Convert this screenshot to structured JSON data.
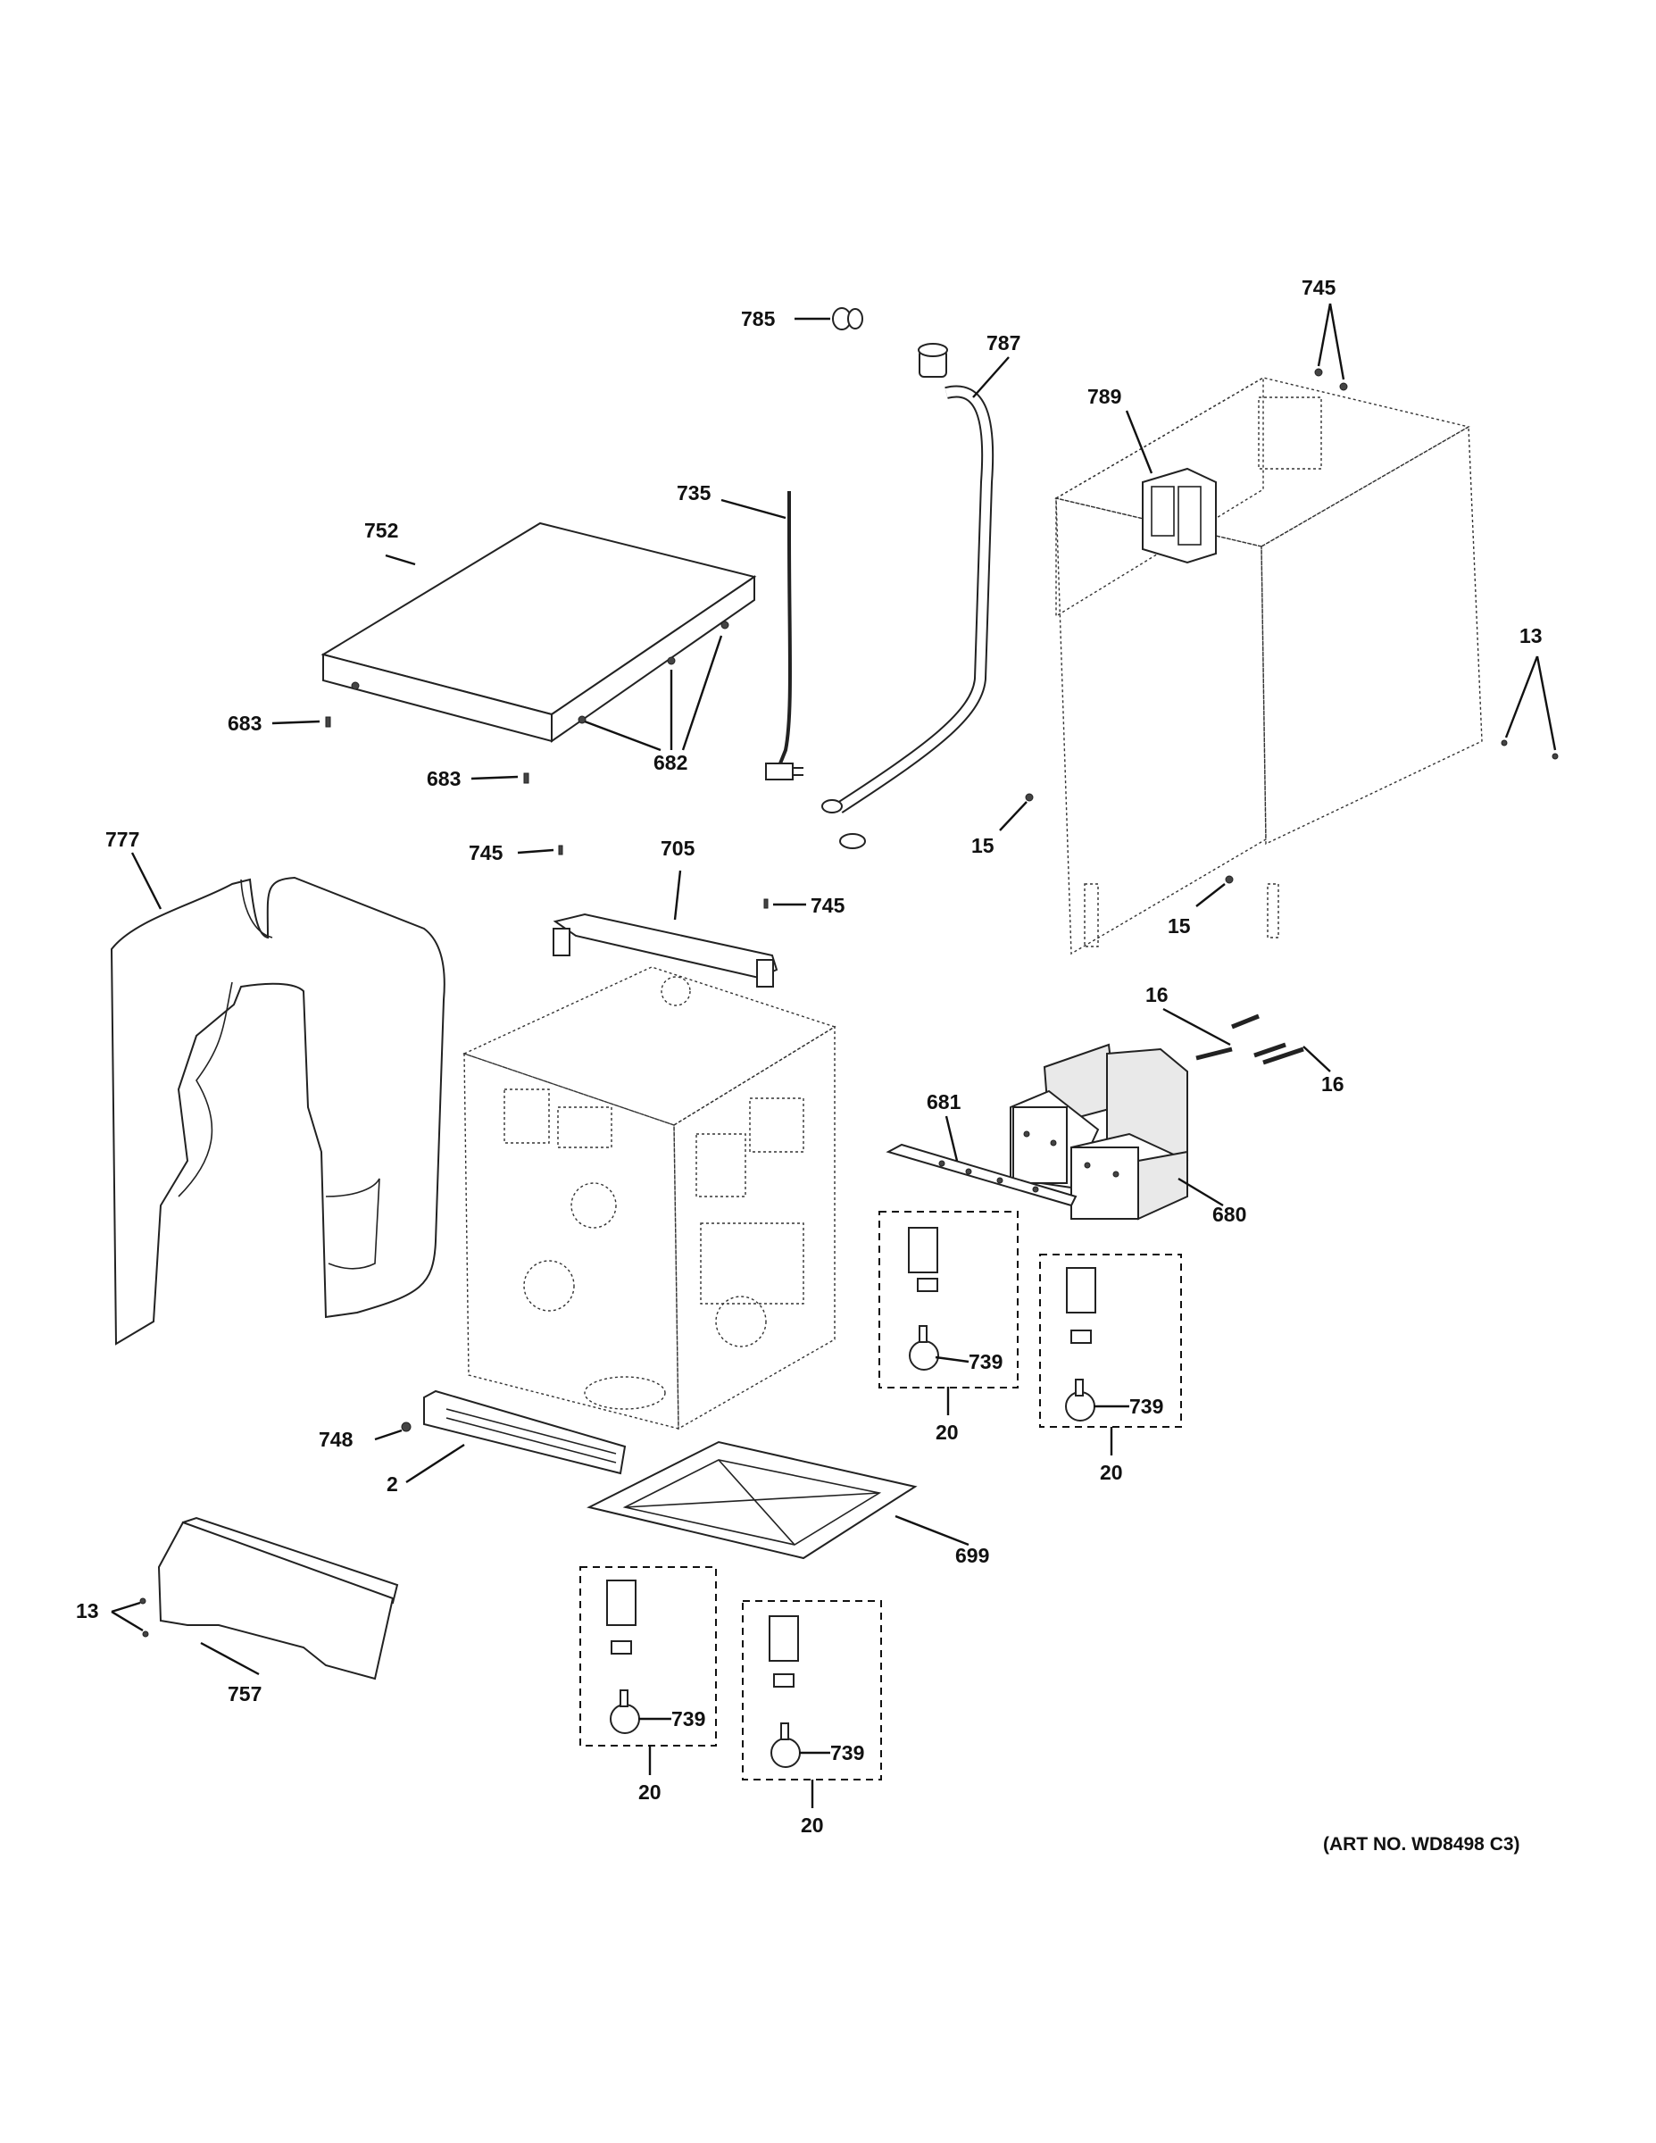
{
  "callouts": {
    "c785": "785",
    "c787": "787",
    "c745_top": "745",
    "c789": "789",
    "c735": "735",
    "c752": "752",
    "c13_right": "13",
    "c683_a": "683",
    "c682": "682",
    "c683_b": "683",
    "c15_a": "15",
    "c15_b": "15",
    "c777": "777",
    "c745_mid": "745",
    "c705": "705",
    "c745_right": "745",
    "c16_a": "16",
    "c16_b": "16",
    "c681": "681",
    "c680": "680",
    "c739_a": "739",
    "c20_a": "20",
    "c739_b": "739",
    "c20_b": "20",
    "c748": "748",
    "c2": "2",
    "c699": "699",
    "c13_left": "13",
    "c757": "757",
    "c739_c": "739",
    "c20_c": "20",
    "c739_d": "739",
    "c20_d": "20"
  },
  "art_number": "(ART NO. WD8498 C3)"
}
